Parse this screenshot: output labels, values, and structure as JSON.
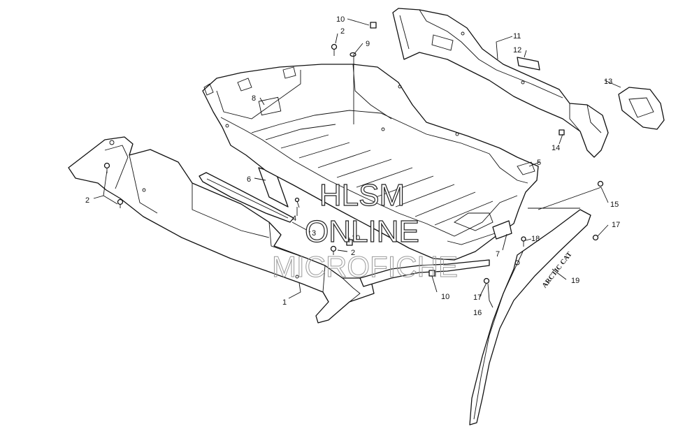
{
  "watermark": {
    "line1": "HLSM",
    "line2": "ONLINE",
    "line3": "MICROFICHE"
  },
  "decal_brand_text": "ARCTIC CAT",
  "callouts": [
    {
      "id": "c1",
      "label": "1"
    },
    {
      "id": "c2a",
      "label": "2"
    },
    {
      "id": "c2b",
      "label": "2"
    },
    {
      "id": "c2c",
      "label": "2"
    },
    {
      "id": "c3",
      "label": "3"
    },
    {
      "id": "c4",
      "label": "4"
    },
    {
      "id": "c5",
      "label": "5"
    },
    {
      "id": "c6",
      "label": "6"
    },
    {
      "id": "c7",
      "label": "7"
    },
    {
      "id": "c8",
      "label": "8"
    },
    {
      "id": "c9",
      "label": "9"
    },
    {
      "id": "c10a",
      "label": "10"
    },
    {
      "id": "c10b",
      "label": "10"
    },
    {
      "id": "c10c",
      "label": "10"
    },
    {
      "id": "c11",
      "label": "11"
    },
    {
      "id": "c12",
      "label": "12"
    },
    {
      "id": "c13",
      "label": "13"
    },
    {
      "id": "c14",
      "label": "14"
    },
    {
      "id": "c15",
      "label": "15"
    },
    {
      "id": "c16",
      "label": "16"
    },
    {
      "id": "c17a",
      "label": "17"
    },
    {
      "id": "c17b",
      "label": "17"
    },
    {
      "id": "c18",
      "label": "18"
    },
    {
      "id": "c19",
      "label": "19"
    }
  ]
}
